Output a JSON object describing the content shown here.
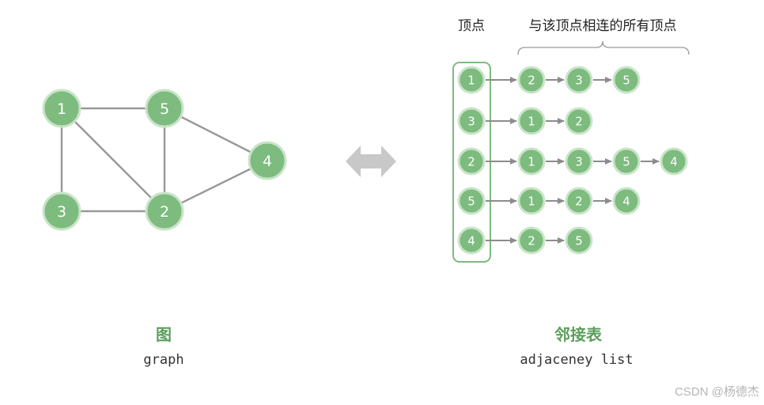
{
  "graph": {
    "caption_zh": "图",
    "caption_en": "graph",
    "vertices": [
      {
        "id": "1"
      },
      {
        "id": "5"
      },
      {
        "id": "4"
      },
      {
        "id": "3"
      },
      {
        "id": "2"
      }
    ],
    "edges": [
      [
        "1",
        "5"
      ],
      [
        "1",
        "3"
      ],
      [
        "1",
        "2"
      ],
      [
        "5",
        "2"
      ],
      [
        "5",
        "4"
      ],
      [
        "3",
        "2"
      ],
      [
        "2",
        "4"
      ]
    ]
  },
  "adjacency_list": {
    "caption_zh": "邻接表",
    "caption_en": "adjaceney list",
    "header_vertex": "顶点",
    "header_neighbors": "与该顶点相连的所有顶点",
    "rows": [
      {
        "vertex": "1",
        "neighbors": [
          "2",
          "3",
          "5"
        ]
      },
      {
        "vertex": "3",
        "neighbors": [
          "1",
          "2"
        ]
      },
      {
        "vertex": "2",
        "neighbors": [
          "1",
          "3",
          "5",
          "4"
        ]
      },
      {
        "vertex": "5",
        "neighbors": [
          "1",
          "2",
          "4"
        ]
      },
      {
        "vertex": "4",
        "neighbors": [
          "2",
          "5"
        ]
      }
    ]
  },
  "watermark": "CSDN @杨德杰",
  "colors": {
    "node_fill": "#7dbb7e",
    "node_ring": "#c9e4c9",
    "edge": "#999999",
    "arrow": "#8c8c8c",
    "double_arrow": "#c8c8c8",
    "box": "#7dbb7e",
    "caption": "#5b9e5c"
  }
}
